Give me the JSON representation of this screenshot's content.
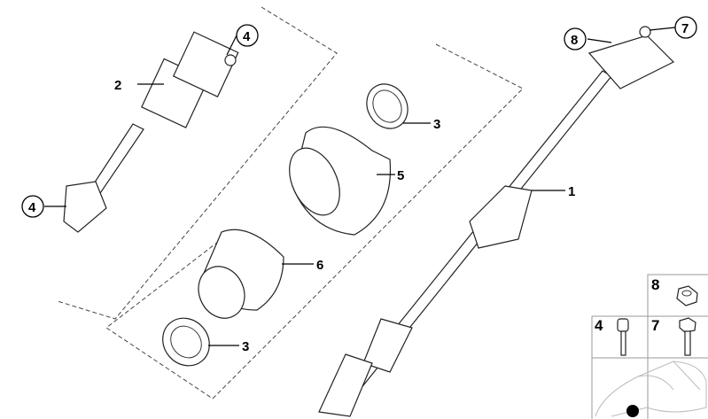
{
  "callouts": {
    "shaft": "1",
    "universal_joint": "2",
    "seal_ring_upper": "3",
    "seal_ring_lower": "3",
    "bolt_upper": "4",
    "bolt_lower": "4",
    "boot_upper": "5",
    "boot_lower": "6",
    "bolt_right": "7",
    "nut_right": "8"
  },
  "legend": {
    "nut": "8",
    "bolt_4": "4",
    "bolt_7": "7"
  }
}
